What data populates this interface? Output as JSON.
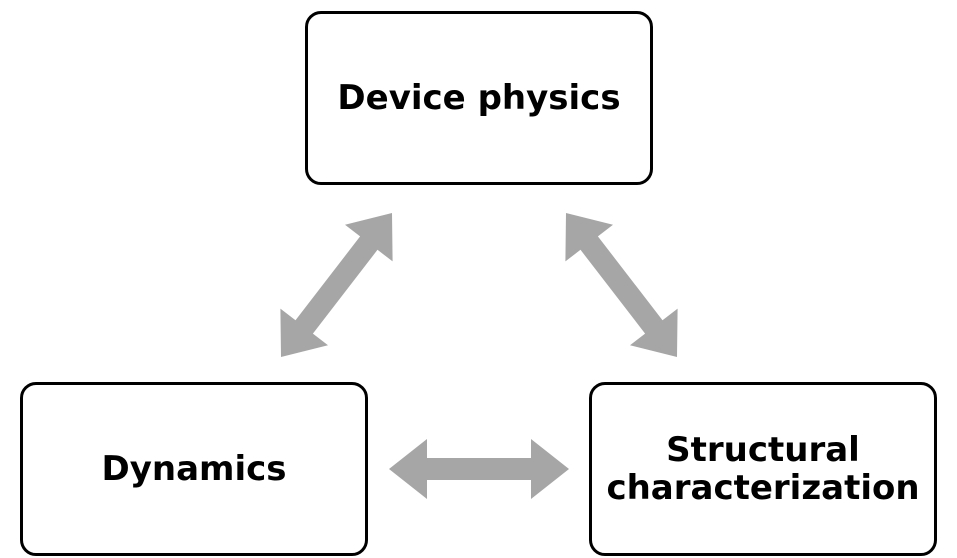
{
  "colors": {
    "arrow": "#a6a6a6",
    "box_border": "#000000",
    "box_fill": "#ffffff",
    "text": "#000000",
    "background": "#ffffff"
  },
  "nodes": {
    "device_physics": {
      "lines": [
        "Device physics"
      ]
    },
    "dynamics": {
      "lines": [
        "Dynamics"
      ]
    },
    "structural_characterization": {
      "lines": [
        "Structural",
        "characterization"
      ]
    }
  },
  "edges": [
    {
      "from": "device_physics",
      "to": "dynamics",
      "type": "bidirectional-arrow",
      "icon": "double-arrow"
    },
    {
      "from": "device_physics",
      "to": "structural_characterization",
      "type": "bidirectional-arrow",
      "icon": "double-arrow"
    },
    {
      "from": "dynamics",
      "to": "structural_characterization",
      "type": "bidirectional-arrow",
      "icon": "double-arrow"
    }
  ]
}
